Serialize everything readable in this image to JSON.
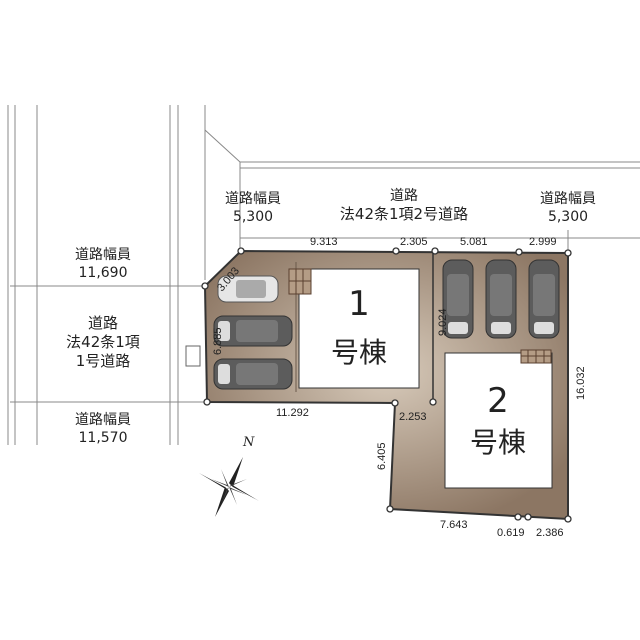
{
  "roads": {
    "top_left_width": {
      "label": "道路幅員",
      "value": "5,300"
    },
    "top_center": {
      "label": "道路",
      "type": "法42条1項2号道路"
    },
    "top_right_width": {
      "label": "道路幅員",
      "value": "5,300"
    },
    "left_upper_width": {
      "label": "道路幅員",
      "value": "11,690"
    },
    "left_center": {
      "label": "道路",
      "type_line1": "法42条1項",
      "type_line2": "1号道路"
    },
    "left_lower_width": {
      "label": "道路幅員",
      "value": "11,570"
    }
  },
  "buildings": [
    {
      "number": "1",
      "suffix": "号棟"
    },
    {
      "number": "2",
      "suffix": "号棟"
    }
  ],
  "dimensions": {
    "top_1": "9.313",
    "top_2": "2.305",
    "top_3": "5.081",
    "top_4": "2.999",
    "corner_cut": "3.003",
    "lot1_left": "6.885",
    "lot1_bottom": "11.292",
    "step": "2.253",
    "lot2_left": "6.405",
    "parking2": "9.024",
    "right": "16.032",
    "bottom_1": "7.643",
    "bottom_2": "0.619",
    "bottom_3": "2.386"
  },
  "compass": {
    "label": "N"
  },
  "colors": {
    "lot": "#8a7461",
    "lot_light": "#c9b9a6",
    "building": "#ffffff",
    "car": "#5a5a5a"
  }
}
